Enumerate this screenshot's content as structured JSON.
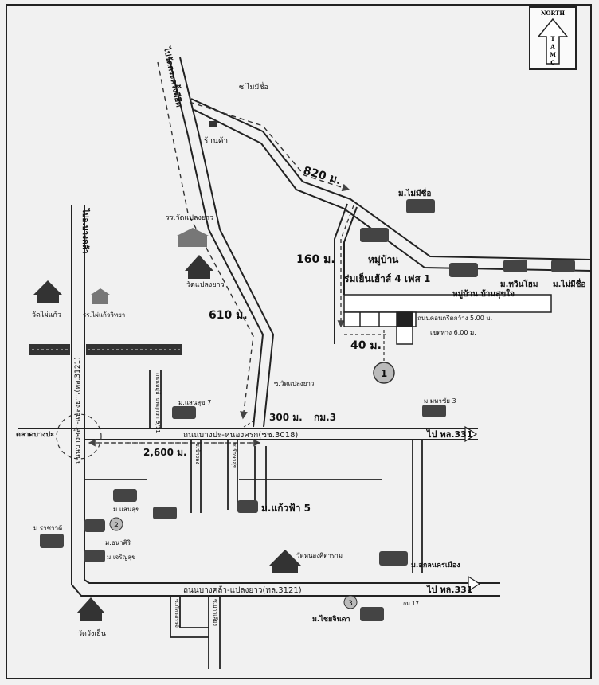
{
  "compass": {
    "north": "NORTH",
    "letters": [
      "T",
      "A",
      "M",
      "C"
    ]
  },
  "roads": {
    "top_vertical": "ไปวัดตระครั้งดียึต",
    "upper_branch": "ซ.ไม่มีชื่อ",
    "left_vertical": "ไปอ.บางคล้า",
    "main_horizontal": "ถนนบางปะ-หนองครก(ชช.3018)",
    "main_direction": "ไป ทล.331",
    "lower_horizontal": "ถนนบางคล้า-แปลงยาว(ทล.3121)",
    "lower_direction": "ไป ทล.331",
    "left_main_vertical": "ถนนบางคล้า-แปลงยาว(ทล.3121)",
    "soi_wat": "ซ.วัดแปลงยาว",
    "lane_a": "ถนนหมู่บ้านพฤกษา 9/11",
    "lane_b": "ซ.ข้างลง",
    "lane_c": "ซ.รักษาสุข",
    "lane_d": "ซ.ภัทรสรรจ์",
    "lane_e": "ซ.บาวเคียง",
    "frontage": "ถนนคอนกรีตกว้าง 5.00 ม.",
    "setback": "เขตทาง 6.00 ม."
  },
  "distances": {
    "d820": "820 ม.",
    "d160": "160 ม.",
    "d610": "610 ม.",
    "d40": "40 ม.",
    "d300": "300 ม.",
    "d2600": "2,600 ม.",
    "km3": "กม.3"
  },
  "places": {
    "shop": "ร้านค้า",
    "school_wat": "รร.วัดแปลงยาว",
    "wat_plaeng": "วัดแปลงยาว",
    "wat_phai_kaeo": "วัดไผ่แก้ว",
    "school_phai_kaeo": "รร.ไผ่แก้ววิทยา",
    "mb_no_name_top": "ม.ไม่มีชื่อ",
    "village": "หมู่บ้าน",
    "village_name": "ร่มเย็นเฮ้าส์ 4 เฟส 1",
    "ban_suk_jai": "หมู่บ้าน บ้านสุขใจ",
    "win_home": "ม.ทวินโฮม",
    "mb_no_name_right": "ม.ไม่มีชื่อ",
    "market": "ตลาดบางปะ",
    "saen_suk7": "ม.แสนสุข 7",
    "mahachai3": "ม.มหาชัย 3",
    "saen_suk": "ม.แสนสุข",
    "kaew_fah5": "ม.แก้วฟ้า 5",
    "rachawadee": "ม.ราชาวดี",
    "thanasiri": "ม.ธนาศิริ",
    "charoen_suk": "ม.เจริญสุข",
    "wat_nong": "วัดหนองศิตาราม",
    "sakon_city": "ม.สกลนครเมือง",
    "km17": "กม.17",
    "chaiyo": "ม.ไชยจินดา",
    "wat_wang_yen": "วัดวังเย็น"
  },
  "markers": {
    "m1": "1",
    "m2": "2",
    "m3": "3"
  }
}
